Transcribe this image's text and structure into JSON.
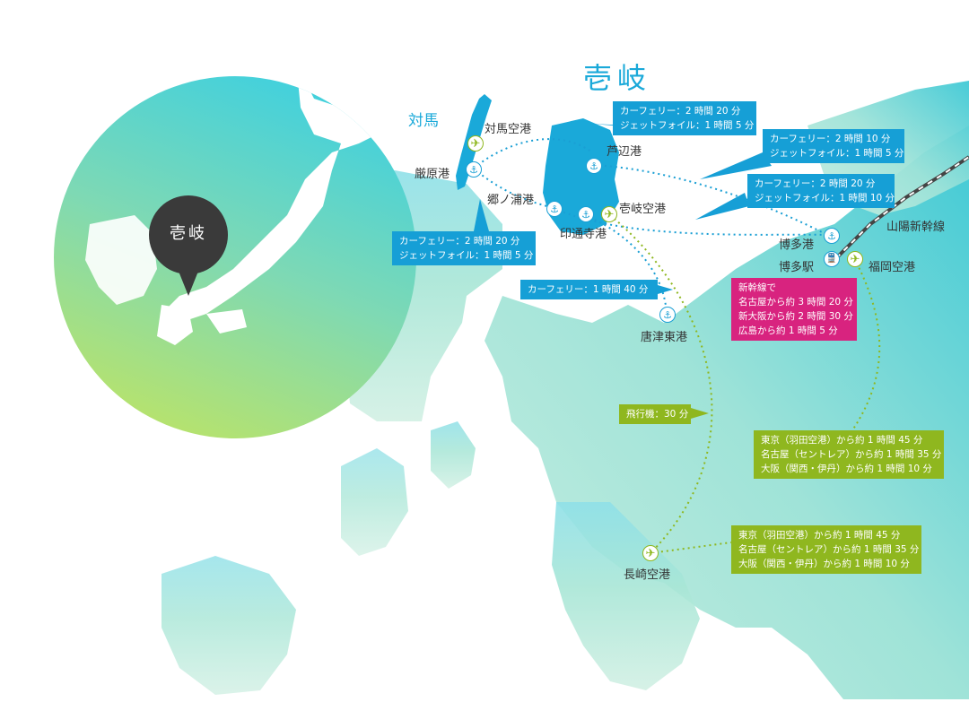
{
  "title": "壱岐",
  "pin_label": "壱岐",
  "island_labels": {
    "tsushima": "対馬"
  },
  "places": {
    "tsushima_airport": "対馬空港",
    "izuhara_port": "厳原港",
    "ashibe_port": "芦辺港",
    "gounoura_port": "郷ノ浦港",
    "iki_airport": "壱岐空港",
    "indoji_port": "印通寺港",
    "hakata_port": "博多港",
    "hakata_station": "博多駅",
    "fukuoka_airport": "福岡空港",
    "karatsu_port": "唐津東港",
    "nagasaki_airport": "長崎空港",
    "sanyo_shinkansen": "山陽新幹線"
  },
  "routes": {
    "izuhara_ashibe": [
      "カーフェリー：2 時間 20 分",
      "ジェットフォイル：1 時間 5 分"
    ],
    "ashibe_hakata": [
      "カーフェリー：2 時間 10 分",
      "ジェットフォイル：1 時間 5 分"
    ],
    "gounoura_hakata": [
      "カーフェリー：2 時間 20 分",
      "ジェットフォイル：1 時間 10 分"
    ],
    "izuhara_gounoura": [
      "カーフェリー：2 時間 20 分",
      "ジェットフォイル：1 時間 5 分"
    ],
    "indoji_karatsu": [
      "カーフェリー：1 時間 40 分"
    ],
    "flight_nagasaki": [
      "飛行機：30 分"
    ],
    "shinkansen": [
      "新幹線で",
      "名古屋から約 3 時間 20 分",
      "新大阪から約 2 時間 30 分",
      "広島から約 1 時間 5 分"
    ],
    "fukuoka_flights": [
      "東京（羽田空港）から約 1 時間 45 分",
      "名古屋（セントレア）から約 1 時間 35 分",
      "大阪（関西・伊丹）から約 1 時間 10 分"
    ],
    "nagasaki_flights": [
      "東京（羽田空港）から約 1 時間 45 分",
      "名古屋（セントレア）から約 1 時間 35 分",
      "大阪（関西・伊丹）から約 1 時間 10 分"
    ]
  },
  "icons": {
    "port": "anchor-icon",
    "airport": "airplane-icon",
    "station": "train-icon"
  },
  "colors": {
    "sea_route": "#1a9fd4",
    "air_route": "#8fb71f",
    "ferry_box": "#169fd6",
    "air_box": "#8fb71f",
    "shinkansen_box": "#d8237f",
    "land_light": "#c8ecdf",
    "land_teal": "#5fd0d6",
    "title": "#1aa9d9",
    "pin": "#3a3a3a"
  }
}
